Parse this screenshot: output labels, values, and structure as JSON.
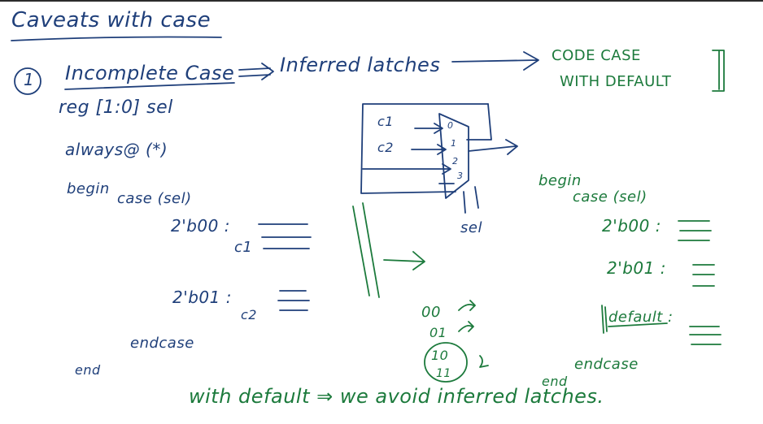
{
  "title": "Caveats with case",
  "point_number": "1",
  "heading": "Incomplete Case",
  "inferred": "Inferred latches",
  "code_case_line1": "CODE CASE",
  "code_case_line2": "WITH DEFAULT",
  "left_code": {
    "reg": "reg [1:0] sel",
    "always": "always@ (*)",
    "begin": "begin",
    "case": "case (sel)",
    "opt1": "2'b00 :",
    "c1": "c1",
    "opt2": "2'b01 :",
    "c2": "c2",
    "endcase": "endcase",
    "end": "end"
  },
  "mux": {
    "in0": "c1",
    "in1": "c2",
    "idx0": "0",
    "idx1": "1",
    "idx2": "2",
    "idx3": "3",
    "sel": "sel"
  },
  "latch_bits": {
    "b00": "00",
    "b01": "01",
    "b10": "10",
    "b11": "11"
  },
  "right_code": {
    "begin": "begin",
    "case": "case (sel)",
    "opt1": "2'b00 :",
    "opt2": "2'b01 :",
    "default": "default :",
    "endcase": "endcase",
    "end": "end"
  },
  "conclusion": "with default ⇒ we avoid inferred latches.",
  "colors": {
    "blue_ink": "#1f3f7a",
    "green_ink": "#1c7a3c"
  }
}
